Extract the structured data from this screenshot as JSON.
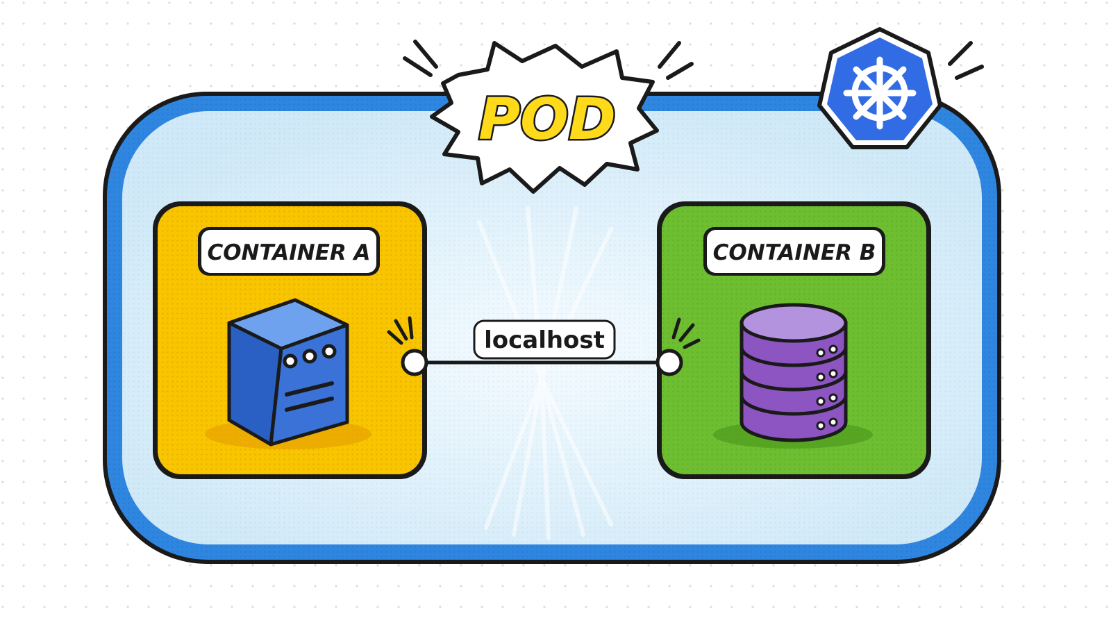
{
  "diagram": {
    "pod_label": "POD",
    "connection_label": "localhost",
    "containers": [
      {
        "label": "CONTAINER A",
        "icon": "server-icon",
        "color": "#F9C400"
      },
      {
        "label": "CONTAINER B",
        "icon": "database-icon",
        "color": "#6DBE30"
      }
    ],
    "logo_icon": "kubernetes-helm-icon",
    "colors": {
      "pod_border": "#2F86E0",
      "pod_fill": "#D9EFFB",
      "logo": "#326CE5",
      "title_text": "#FFDA1A",
      "server": "#3A72D8",
      "database": "#8C55C2"
    }
  }
}
